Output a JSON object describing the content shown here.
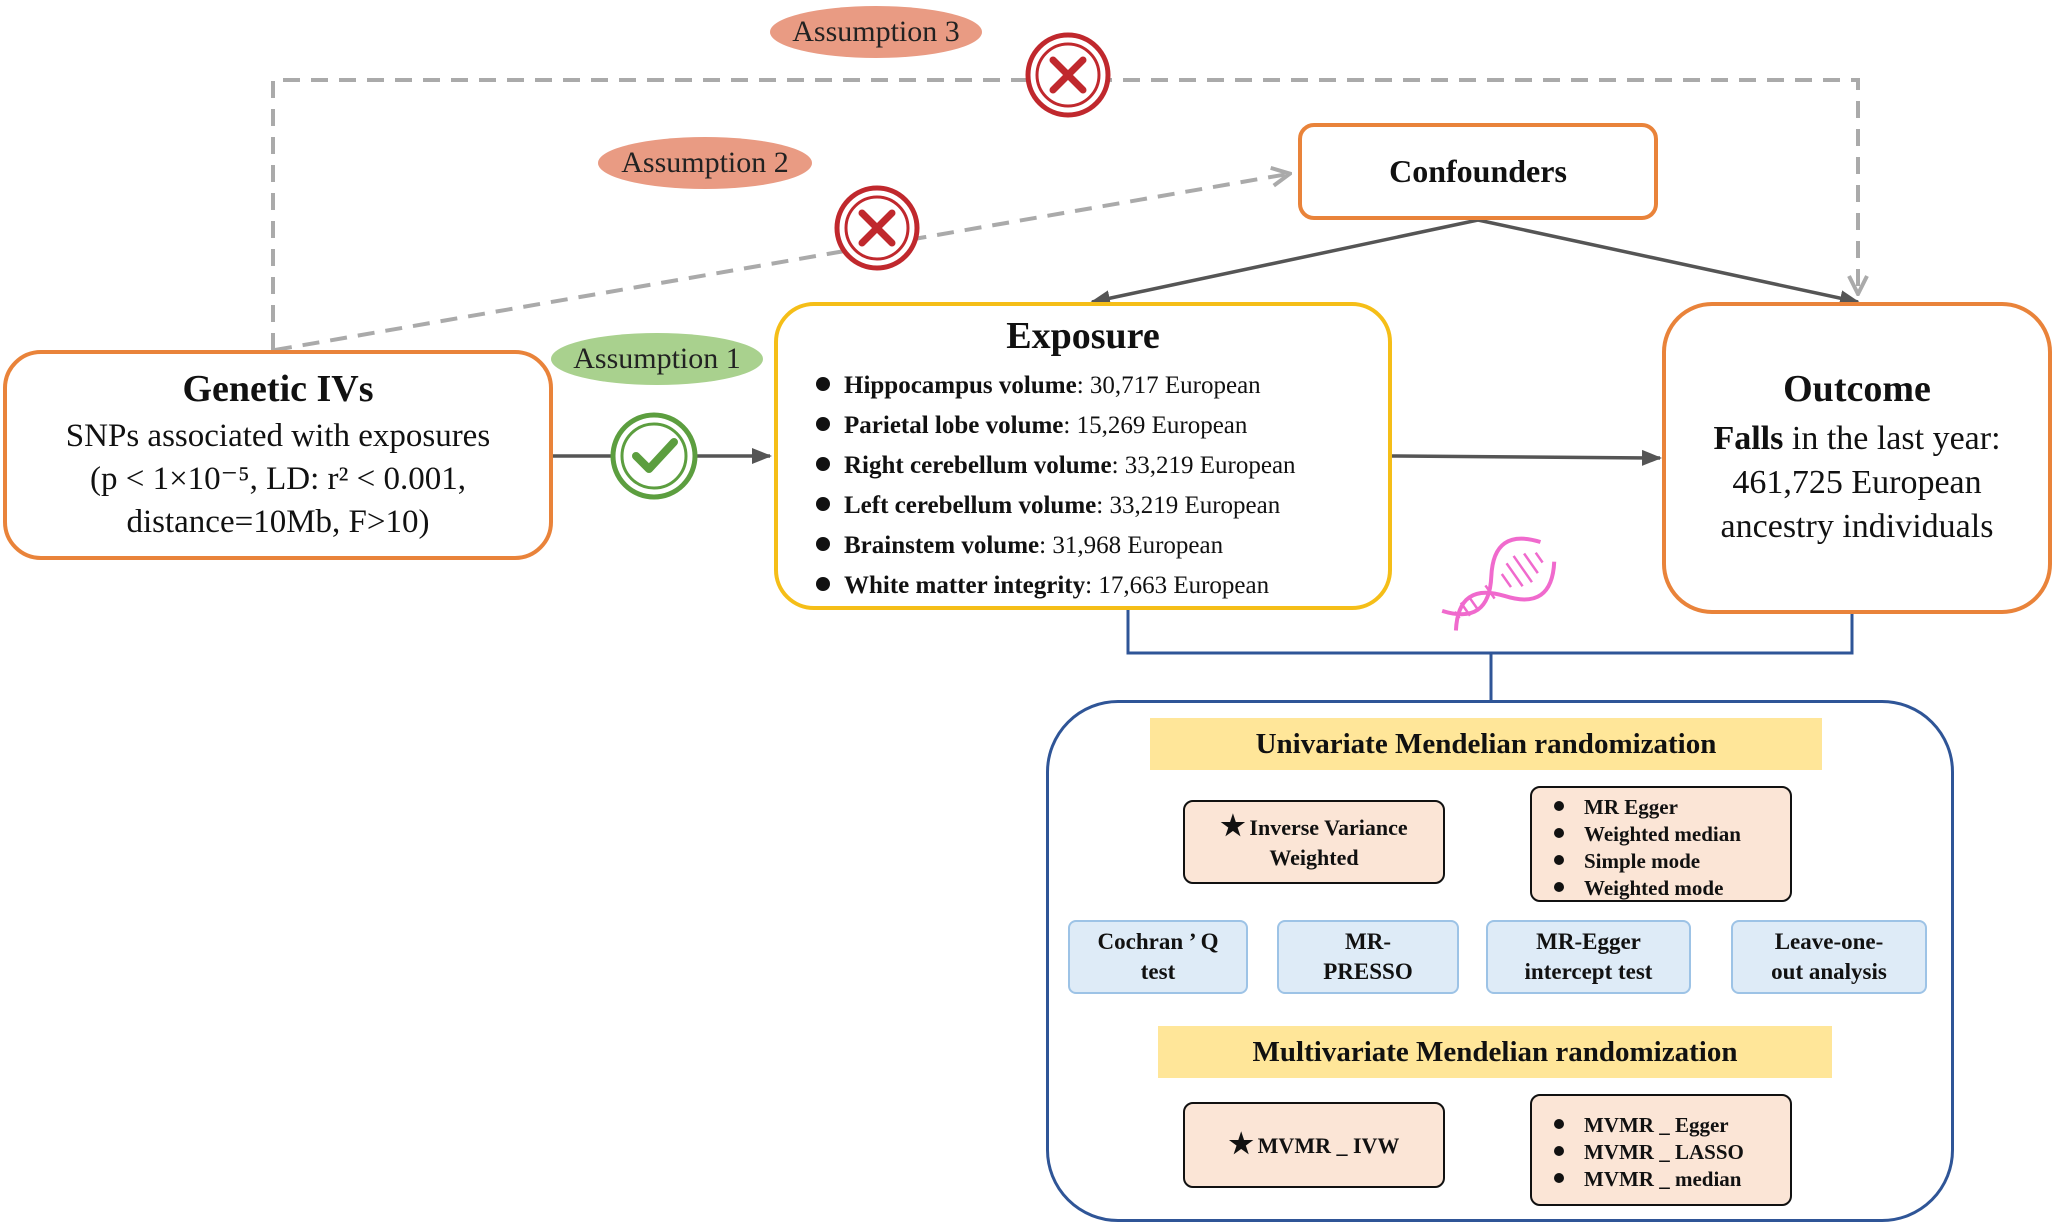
{
  "assumptions": {
    "a1": "Assumption 1",
    "a2": "Assumption 2",
    "a3": "Assumption 3"
  },
  "genetic_ivs": {
    "title": "Genetic IVs",
    "line1": "SNPs associated with exposures",
    "line2": "(p < 1×10⁻⁵, LD: r² < 0.001,",
    "line3": "distance=10Mb, F>10)"
  },
  "confounders": {
    "label": "Confounders"
  },
  "exposure": {
    "title": "Exposure",
    "items": [
      {
        "name": "Hippocampus volume",
        "value": ": 30,717 European"
      },
      {
        "name": "Parietal lobe volume",
        "value": ": 15,269 European"
      },
      {
        "name": "Right cerebellum volume",
        "value": ": 33,219 European"
      },
      {
        "name": "Left cerebellum volume",
        "value": ": 33,219 European"
      },
      {
        "name": "Brainstem volume",
        "value": ":  31,968 European"
      },
      {
        "name": "White matter integrity",
        "value": ": 17,663 European"
      }
    ]
  },
  "outcome": {
    "title": "Outcome",
    "falls": "Falls",
    "line1_rest": " in the last year:",
    "line2": "461,725 European",
    "line3": "ancestry individuals"
  },
  "univariate": {
    "title": "Univariate Mendelian randomization",
    "star": "★",
    "ivw_line1": "Inverse Variance",
    "ivw_line2": "Weighted",
    "methods": [
      "MR Egger",
      "Weighted median",
      "Simple mode",
      "Weighted mode"
    ],
    "tests": [
      {
        "line1": "Cochran ’ Q",
        "line2": "test"
      },
      {
        "line1": "MR-",
        "line2": "PRESSO"
      },
      {
        "line1": "MR-Egger",
        "line2": "intercept test"
      },
      {
        "line1": "Leave-one-",
        "line2": "out analysis"
      }
    ]
  },
  "multivariate": {
    "title": "Multivariate Mendelian randomization",
    "star": "★",
    "ivw": "MVMR _ IVW",
    "methods": [
      "MVMR _ Egger",
      "MVMR _ LASSO",
      "MVMR _ median"
    ]
  },
  "colors": {
    "orange_border": "#E9833A",
    "yellow_border": "#F5BE18",
    "blue_frame": "#2F5597",
    "red_pill": "#E99B83",
    "green_pill": "#A9D18E",
    "band": "#FFE699",
    "peach": "#FBE5D6",
    "test_fill": "#DEEBF7",
    "cross_red": "#C0282D",
    "check_green": "#5C9E3F",
    "dna_pink": "#F06ACD"
  }
}
